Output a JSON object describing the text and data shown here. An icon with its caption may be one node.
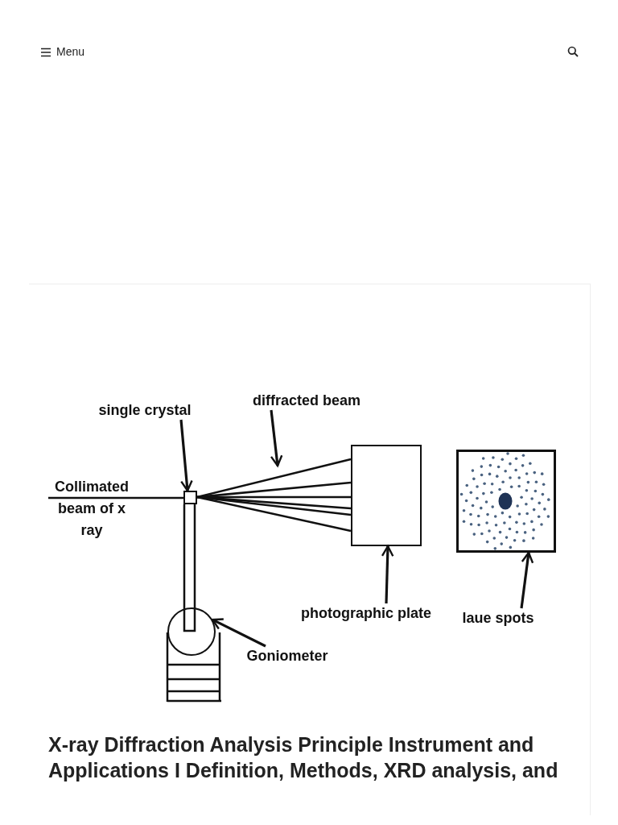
{
  "diagram": {
    "title": "X-ray Diffraction Analysis Principle Instrument and Applications I Definition, Methods, XRD analysis, and",
    "nodes": [
      {
        "text": [
          "single crystal"
        ]
      },
      {
        "text": [],
        "shape": "box"
      },
      {
        "text": [
          "diffracted beam"
        ]
      },
      {
        "text": [],
        "shape": "box"
      },
      {
        "text": [
          "photographic plate"
        ]
      },
      {
        "text": [],
        "shape": "box"
      },
      {
        "text": [
          "laue spots"
        ]
      },
      {
        "text": [],
        "shape": "circle"
      },
      {
        "text": [
          "Goniometer"
        ]
      },
      {
        "text": [
          "Collimated beam of x ray"
        ]
      }
    ],
    "edges": [
      {
        "from": 0,
        "to": 1,
        "arrow": "to"
      },
      {
        "from": 2,
        "to": null,
        "arrow": "to"
      },
      {
        "from": 4,
        "to": 3,
        "arrow": "to"
      },
      {
        "from": 6,
        "to": 5,
        "arrow": "to"
      },
      {
        "from": 8,
        "to": 7,
        "arrow": "to"
      },
      {
        "from": 9,
        "to": 1,
        "arrow": "none"
      },
      {
        "from": 1,
        "to": 3,
        "arrow": "none"
      },
      {
        "from": 1,
        "to": 3,
        "arrow": "none"
      },
      {
        "from": 1,
        "to": 3,
        "arrow": "none"
      },
      {
        "from": 1,
        "to": 3,
        "arrow": "none"
      },
      {
        "from": 1,
        "to": 3,
        "arrow": "none"
      },
      {
        "from": 1,
        "to": 3,
        "arrow": "none"
      }
    ],
    "labels": [
      "Menu"
    ]
  }
}
